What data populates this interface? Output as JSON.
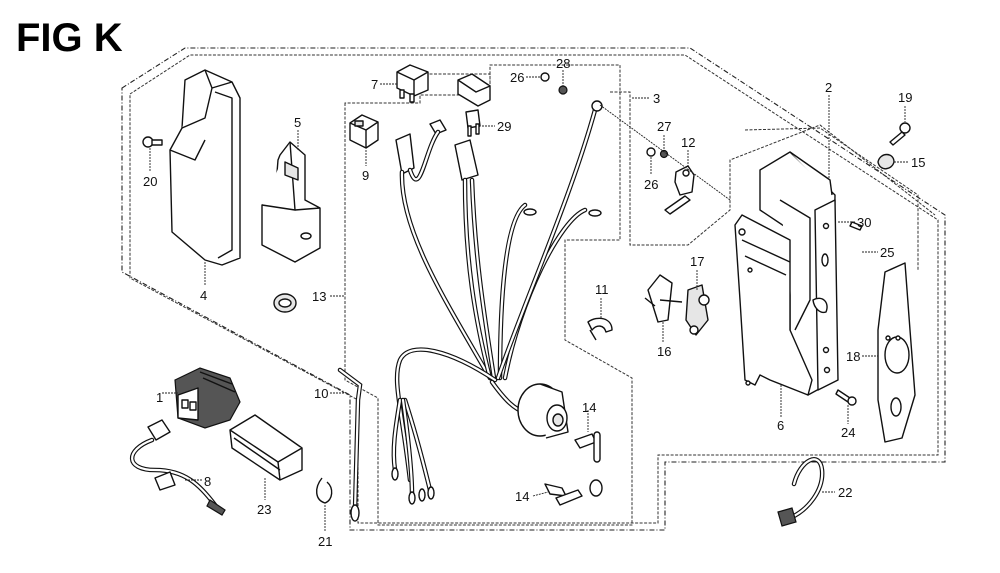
{
  "figure": {
    "title": "FIG K"
  },
  "callouts": [
    {
      "id": "c1",
      "label": "1"
    },
    {
      "id": "c2",
      "label": "2"
    },
    {
      "id": "c3",
      "label": "3"
    },
    {
      "id": "c4",
      "label": "4"
    },
    {
      "id": "c5",
      "label": "5"
    },
    {
      "id": "c6",
      "label": "6"
    },
    {
      "id": "c7",
      "label": "7"
    },
    {
      "id": "c8",
      "label": "8"
    },
    {
      "id": "c9",
      "label": "9"
    },
    {
      "id": "c10",
      "label": "10"
    },
    {
      "id": "c11",
      "label": "11"
    },
    {
      "id": "c12",
      "label": "12"
    },
    {
      "id": "c13",
      "label": "13"
    },
    {
      "id": "c14a",
      "label": "14"
    },
    {
      "id": "c14b",
      "label": "14"
    },
    {
      "id": "c15",
      "label": "15"
    },
    {
      "id": "c16",
      "label": "16"
    },
    {
      "id": "c17",
      "label": "17"
    },
    {
      "id": "c18",
      "label": "18"
    },
    {
      "id": "c19",
      "label": "19"
    },
    {
      "id": "c20",
      "label": "20"
    },
    {
      "id": "c21",
      "label": "21"
    },
    {
      "id": "c22",
      "label": "22"
    },
    {
      "id": "c23",
      "label": "23"
    },
    {
      "id": "c24",
      "label": "24"
    },
    {
      "id": "c25",
      "label": "25"
    },
    {
      "id": "c26a",
      "label": "26"
    },
    {
      "id": "c26b",
      "label": "26"
    },
    {
      "id": "c27",
      "label": "27"
    },
    {
      "id": "c28",
      "label": "28"
    },
    {
      "id": "c29",
      "label": "29"
    },
    {
      "id": "c30",
      "label": "30"
    }
  ]
}
